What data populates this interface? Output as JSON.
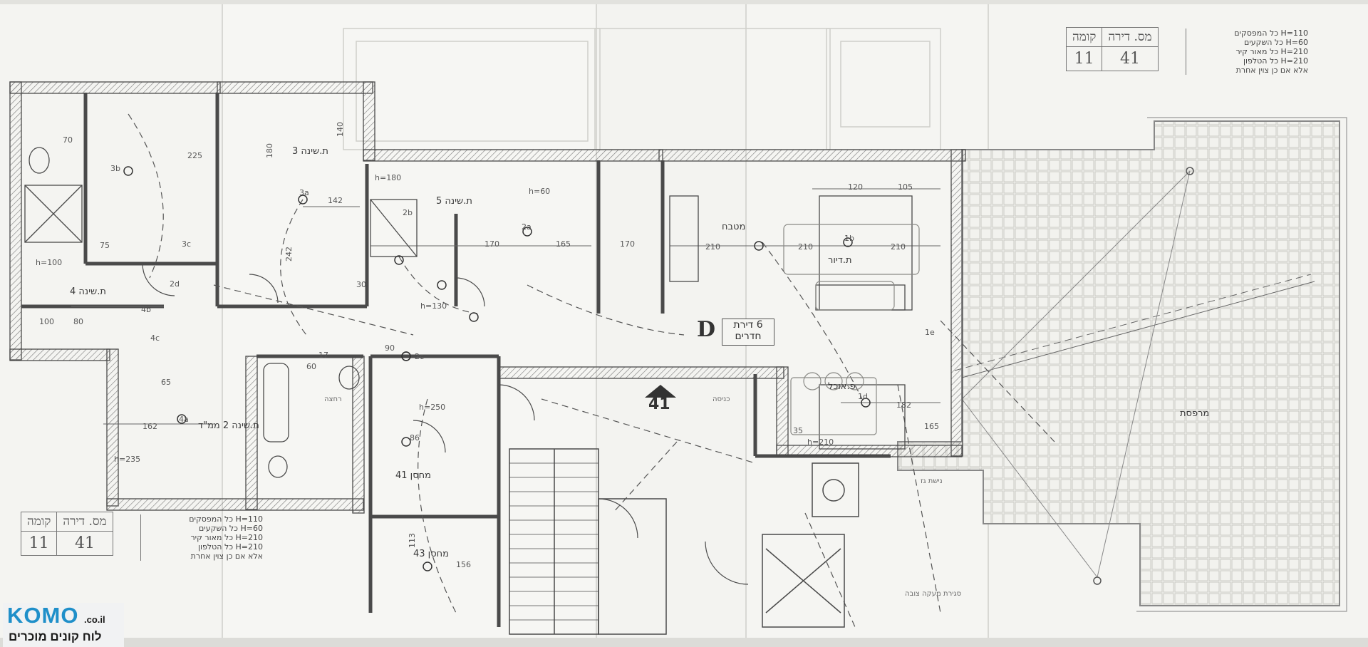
{
  "apartment": {
    "number": "41",
    "marker_letter": "D",
    "rooms_label": "6 דירת חדרים"
  },
  "table_header": {
    "floor": "קומה",
    "apartment_no": "מס. דירה"
  },
  "table_values": {
    "floor": "11",
    "apartment_no": "41"
  },
  "legend_lines": [
    "H=110 כל המפסקים",
    "H=60 כל השקעים",
    "H=210 כל מאור קיר",
    "H=210 כל הטלפון",
    "אלא אם כן צוין אחרת"
  ],
  "rooms": {
    "bedroom_3": "ת.שינה 3",
    "bedroom_4": "ת.שינה 4",
    "bedroom_5": "ת.שינה 5",
    "bedroom_2": "ת.שינה 2 ממ\"ד",
    "kitchen": "מטבח",
    "living": "ת.דיור",
    "dining": "פ.אוכל",
    "storage_41": "מחסן 41",
    "storage_43": "מחסן 43",
    "terrace": "מרפסת",
    "bath": "רחצה",
    "entrance": "כניסה",
    "gas": "נישת גז"
  },
  "stair_elevator_note": "סגירת מעקה צובה",
  "dims": [
    "225",
    "142",
    "242",
    "180",
    "140",
    "170",
    "165",
    "170",
    "210",
    "210",
    "210",
    "120",
    "105",
    "182",
    "165",
    "162",
    "156",
    "113",
    "86",
    "65",
    "60",
    "35",
    "30",
    "17",
    "90",
    "100",
    "80",
    "70",
    "75"
  ],
  "tags": [
    "1d",
    "1b",
    "1e",
    "2a",
    "2b",
    "2c",
    "2d",
    "3a",
    "3b",
    "3c",
    "4a",
    "4b",
    "4c",
    "h=100",
    "h=210",
    "h=235",
    "h=60",
    "h=180",
    "h=250",
    "h=130"
  ],
  "logo": {
    "main": "KOMO",
    "suffix": ".co.il",
    "tagline": "לוח קונים מוכרים"
  },
  "colors": {
    "paper": "#f4f4f1",
    "line": "#4a4a4a",
    "wall_hatch": "#777777",
    "logo_blue": "#1f8fc9"
  }
}
